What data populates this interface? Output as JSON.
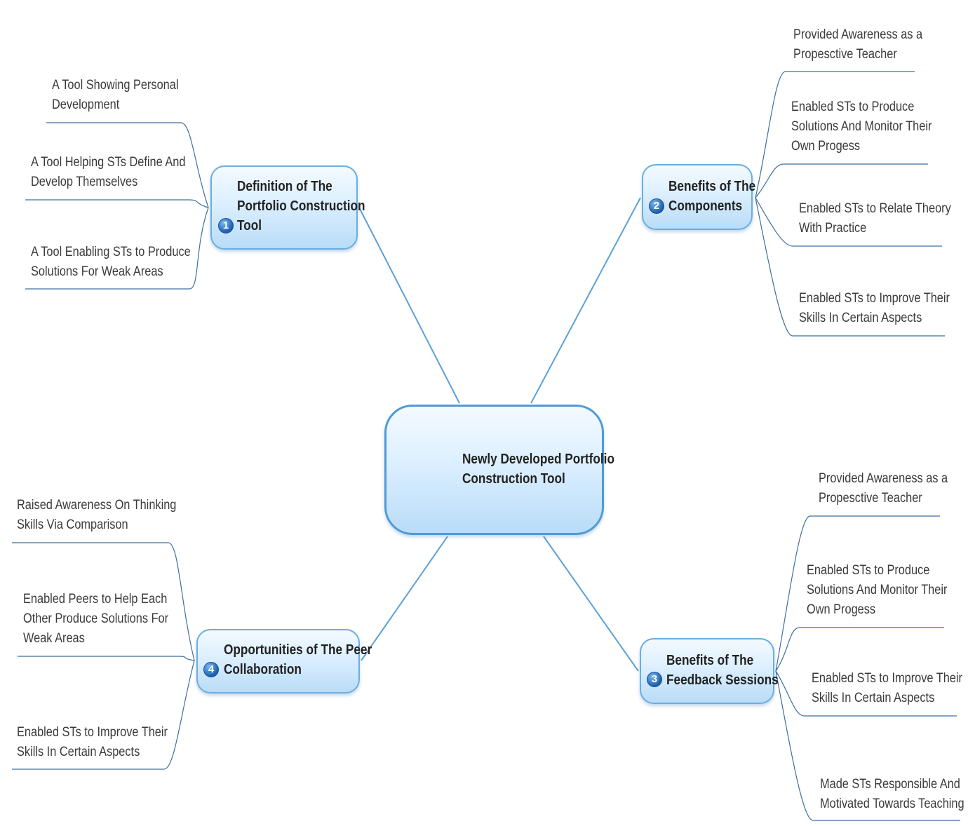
{
  "colors": {
    "connector": "#5aa0d8",
    "leaf_line": "#3f6f9e",
    "node_border": "#6aaee0",
    "badge": "#1c5fae"
  },
  "central": {
    "label_lines": [
      "Newly Developed Portfolio",
      "Construction Tool"
    ],
    "icon": "teacher-at-chalkboard-icon"
  },
  "branches": [
    {
      "number": "1",
      "label_lines": [
        "Definition of The",
        "Portfolio Construction",
        "Tool"
      ],
      "children": [
        [
          "A Tool Showing Personal",
          "Development"
        ],
        [
          "A Tool Helping STs Define And",
          "Develop Themselves"
        ],
        [
          "A Tool Enabling STs to Produce",
          "Solutions For Weak Areas"
        ]
      ]
    },
    {
      "number": "2",
      "label_lines": [
        "Benefits of The",
        "Components"
      ],
      "children": [
        [
          "Provided Awareness as a",
          "Propesctive Teacher"
        ],
        [
          "Enabled STs to Produce",
          "Solutions And Monitor Their",
          "Own Progess"
        ],
        [
          "Enabled STs to Relate Theory",
          "With Practice"
        ],
        [
          "Enabled STs to Improve Their",
          "Skills In Certain Aspects"
        ]
      ]
    },
    {
      "number": "3",
      "label_lines": [
        "Benefits of The",
        "Feedback Sessions"
      ],
      "children": [
        [
          "Provided Awareness as a",
          "Propesctive Teacher"
        ],
        [
          "Enabled STs to Produce",
          "Solutions And Monitor Their",
          "Own Progess"
        ],
        [
          "Enabled STs to Improve Their",
          "Skills In Certain Aspects"
        ],
        [
          "Made STs Responsible And",
          "Motivated Towards Teaching"
        ]
      ]
    },
    {
      "number": "4",
      "label_lines": [
        "Opportunities of The Peer",
        "Collaboration"
      ],
      "children": [
        [
          "Raised Awareness On Thinking",
          "Skills Via Comparison"
        ],
        [
          "Enabled Peers to Help Each",
          "Other Produce Solutions For",
          "Weak Areas"
        ],
        [
          "Enabled STs to Improve Their",
          "Skills In Certain Aspects"
        ]
      ]
    }
  ]
}
